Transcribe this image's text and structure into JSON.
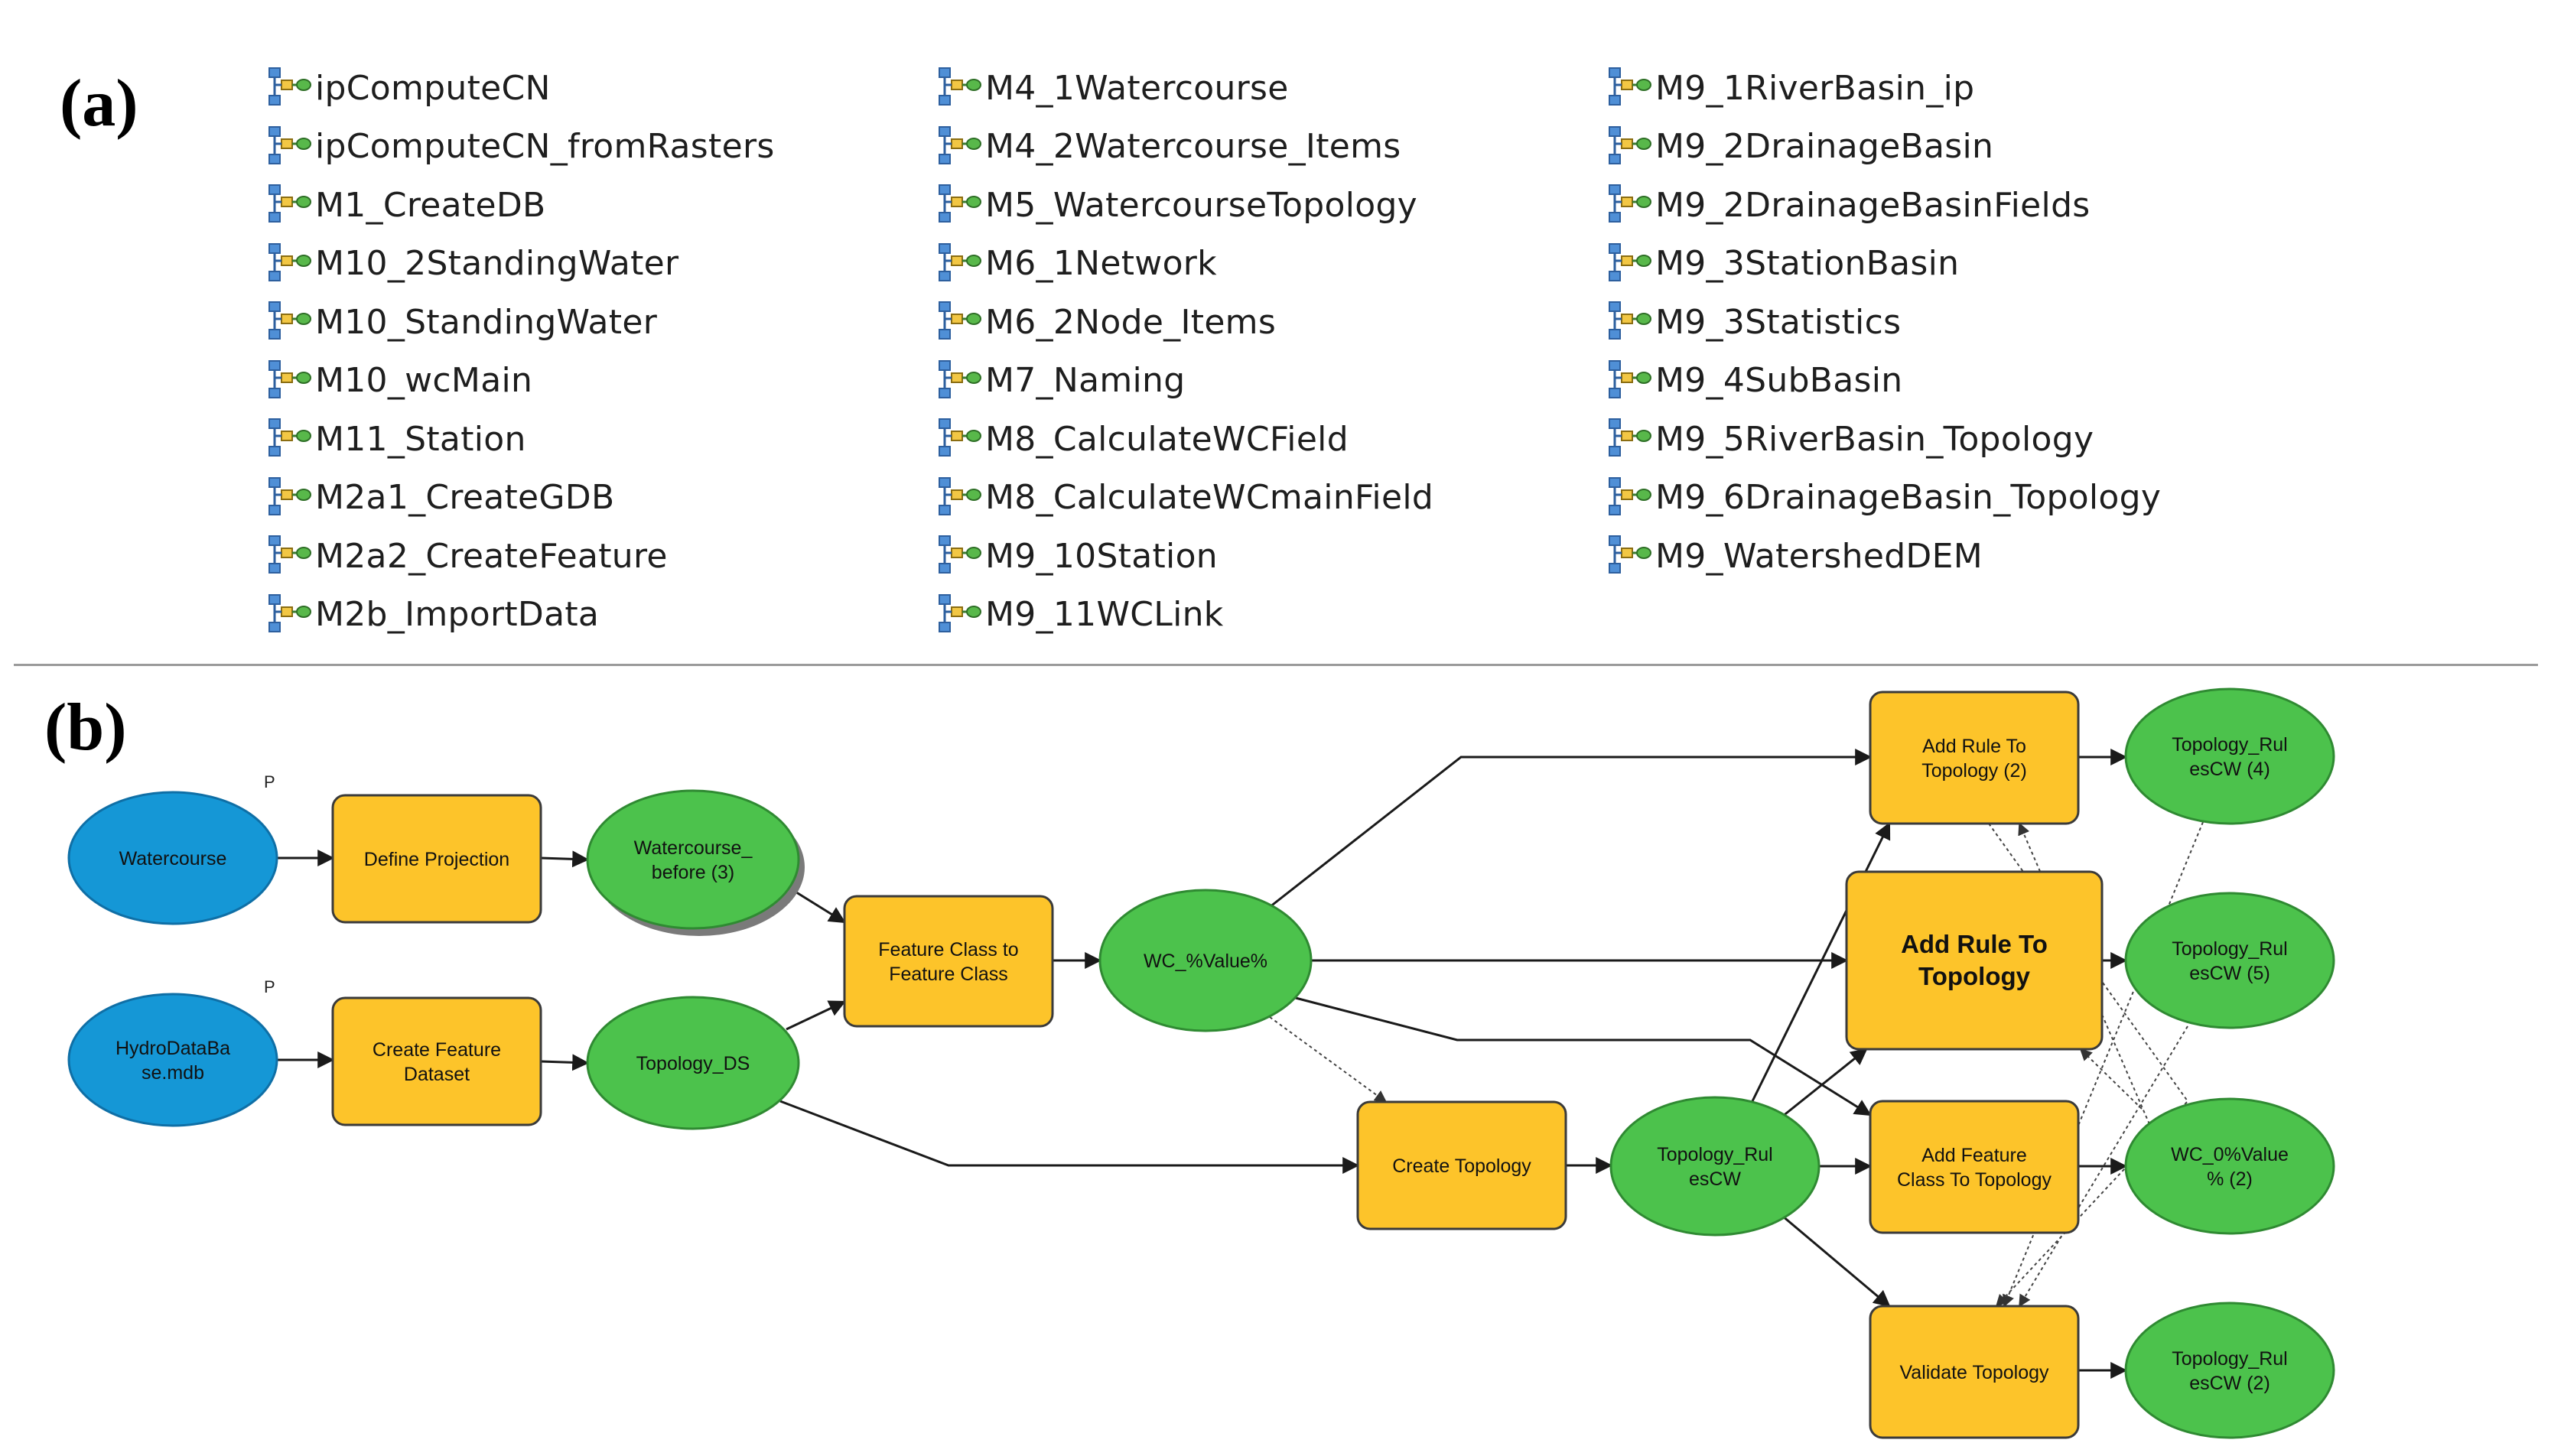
{
  "panel_labels": {
    "a": "(a)",
    "b": "(b)"
  },
  "toolbox": {
    "icon": "model-tool-icon",
    "columns": [
      [
        "ipComputeCN",
        "ipComputeCN_fromRasters",
        "M1_CreateDB",
        "M10_2StandingWater",
        "M10_StandingWater",
        "M10_wcMain",
        "M11_Station",
        "M2a1_CreateGDB",
        "M2a2_CreateFeature",
        "M2b_ImportData"
      ],
      [
        "M4_1Watercourse",
        "M4_2Watercourse_Items",
        "M5_WatercourseTopology",
        "M6_1Network",
        "M6_2Node_Items",
        "M7_Naming",
        "M8_CalculateWCField",
        "M8_CalculateWCmainField",
        "M9_10Station",
        "M9_11WCLink"
      ],
      [
        "M9_1RiverBasin_ip",
        "M9_2DrainageBasin",
        "M9_2DrainageBasinFields",
        "M9_3StationBasin",
        "M9_3Statistics",
        "M9_4SubBasin",
        "M9_5RiverBasin_Topology",
        "M9_6DrainageBasin_Topology",
        "M9_WatershedDEM"
      ]
    ]
  },
  "colors": {
    "input_fill": "#1597d6",
    "tool_fill": "#fdc42a",
    "output_fill": "#4cc24c",
    "outline": "#3a3a3a",
    "arrow": "#1a1a1a"
  },
  "model": {
    "parameter_marker": "P",
    "nodes": {
      "watercourse": [
        "Watercourse"
      ],
      "hydrodatabase": [
        "HydroDataBa",
        "se.mdb"
      ],
      "define_projection": [
        "Define Projection"
      ],
      "create_feature_dataset": [
        "Create Feature",
        "Dataset"
      ],
      "watercourse_before": [
        "Watercourse_",
        "before (3)"
      ],
      "topology_ds": [
        "Topology_DS"
      ],
      "feature_class_to_feature_class": [
        "Feature Class to",
        "Feature Class"
      ],
      "wc_value": [
        "WC_%Value%"
      ],
      "create_topology": [
        "Create Topology"
      ],
      "topology_rulescw": [
        "Topology_Rul",
        "esCW"
      ],
      "add_rule_to_topology_2": [
        "Add Rule To",
        "Topology (2)"
      ],
      "add_rule_to_topology": [
        "Add Rule To",
        "Topology"
      ],
      "add_feature_class_to_topology": [
        "Add Feature",
        "Class To Topology"
      ],
      "validate_topology": [
        "Validate Topology"
      ],
      "topology_rulescw_4": [
        "Topology_Rul",
        "esCW (4)"
      ],
      "topology_rulescw_5": [
        "Topology_Rul",
        "esCW (5)"
      ],
      "wc_0_value_2": [
        "WC_0%Value",
        "% (2)"
      ],
      "topology_rulescw_2": [
        "Topology_Rul",
        "esCW (2)"
      ]
    }
  }
}
